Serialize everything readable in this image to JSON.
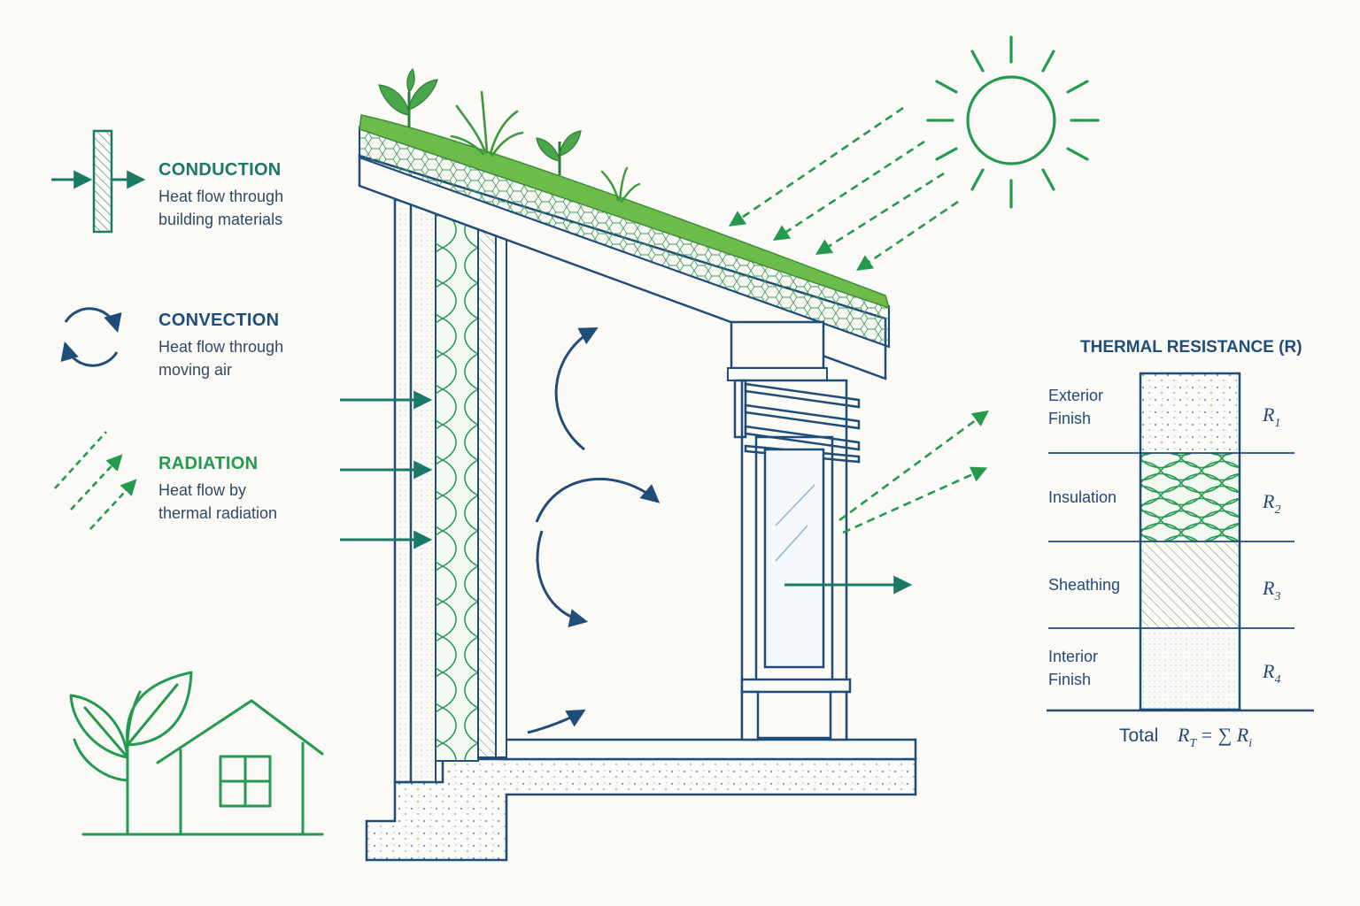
{
  "colors": {
    "navy": "#1f4d7a",
    "teal": "#1a7a66",
    "green": "#239a4e",
    "leaf": "#5caa3c",
    "pale_blue": "#8fb1d4",
    "background": "#fbfaf6"
  },
  "legend": [
    {
      "key": "conduction",
      "title": "CONDUCTION",
      "desc_line1": "Heat flow through",
      "desc_line2": "building materials",
      "icon": "conduction-icon"
    },
    {
      "key": "convection",
      "title": "CONVECTION",
      "desc_line1": "Heat flow through",
      "desc_line2": "moving air",
      "icon": "convection-icon"
    },
    {
      "key": "radiation",
      "title": "RADIATION",
      "desc_line1": "Heat flow by",
      "desc_line2": "thermal radiation",
      "icon": "radiation-icon"
    }
  ],
  "thermal_table": {
    "title": "THERMAL RESISTANCE (R)",
    "layers": [
      {
        "label_line1": "Exterior",
        "label_line2": "Finish",
        "r_symbol": "R",
        "r_index": "1"
      },
      {
        "label_line1": "Insulation",
        "label_line2": "",
        "r_symbol": "R",
        "r_index": "2"
      },
      {
        "label_line1": "Sheathing",
        "label_line2": "",
        "r_symbol": "R",
        "r_index": "3"
      },
      {
        "label_line1": "Interior",
        "label_line2": "Finish",
        "r_symbol": "R",
        "r_index": "4"
      }
    ],
    "total_label": "Total",
    "total_formula": "R",
    "total_formula_sub": "T",
    "total_formula_rhs": "= ∑ R",
    "total_formula_rhs_sub": "i"
  },
  "icons": [
    "sun-icon",
    "house-icon",
    "leaves-icon",
    "plant-icon"
  ]
}
